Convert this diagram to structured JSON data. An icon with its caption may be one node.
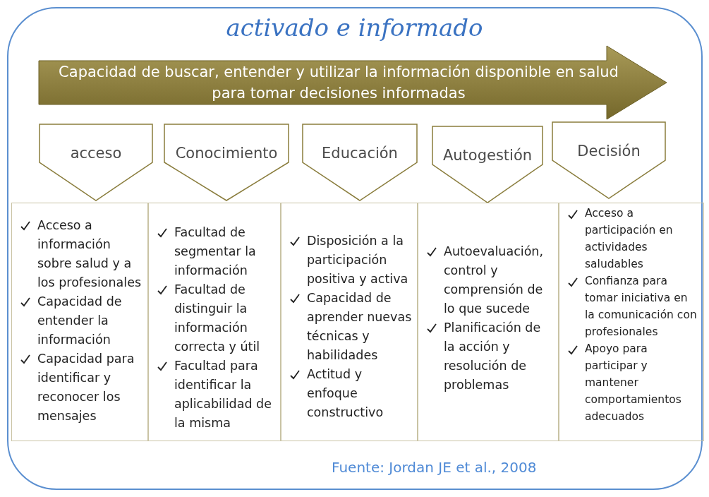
{
  "diagram": {
    "title": "activado e informado",
    "nodes": [
      {
        "text": [
          "Capacidad de buscar, entender y utilizar la información disponible en salud para tomar decisiones informadas"
        ]
      },
      {
        "text": [
          "acceso"
        ]
      },
      {
        "text": [
          "Conocimiento"
        ]
      },
      {
        "text": [
          "Educación"
        ]
      },
      {
        "text": [
          "Autogestión"
        ]
      },
      {
        "text": [
          "Decisión"
        ]
      },
      {
        "text": [
          "Acceso a información sobre salud y a los profesionales",
          "Capacidad de entender la información",
          "Capacidad para identificar y reconocer los mensajes"
        ]
      },
      {
        "text": [
          "Facultad de segmentar la información",
          "Facultad de distinguir la información correcta y útil",
          "Facultad para identificar la aplicabilidad de la misma"
        ]
      },
      {
        "text": [
          "Disposición a la participación positiva y activa",
          "Capacidad de aprender nuevas técnicas y habilidades",
          "Actitud y enfoque constructivo"
        ]
      },
      {
        "text": [
          "Autoevaluación, control y comprensión de lo que sucede",
          "Planificación de la acción y resolución de problemas"
        ]
      },
      {
        "text": [
          "Acceso a participación en actividades saludables",
          "Confianza para tomar iniciativa en la comunicación con profesionales",
          "Apoyo para participar y mantener comportamientos adecuados"
        ]
      }
    ],
    "caption": "Fuente: Jordan JE et al., 2008"
  }
}
